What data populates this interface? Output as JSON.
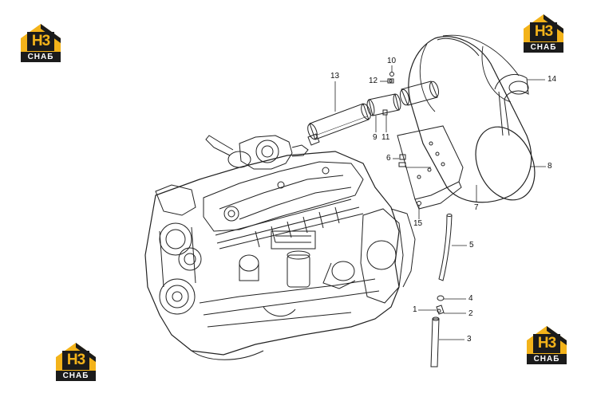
{
  "logo": {
    "mark_text": "H3",
    "wordmark": "СНАБ",
    "accent_color": "#f3b31a",
    "dark_color": "#1b1b1b"
  },
  "callouts": {
    "c1": "1",
    "c2": "2",
    "c3": "3",
    "c4": "4",
    "c5": "5",
    "c6": "6",
    "c7": "7",
    "c8": "8",
    "c9": "9",
    "c10": "10",
    "c11": "11",
    "c12": "12",
    "c13": "13",
    "c14": "14",
    "c15": "15"
  }
}
